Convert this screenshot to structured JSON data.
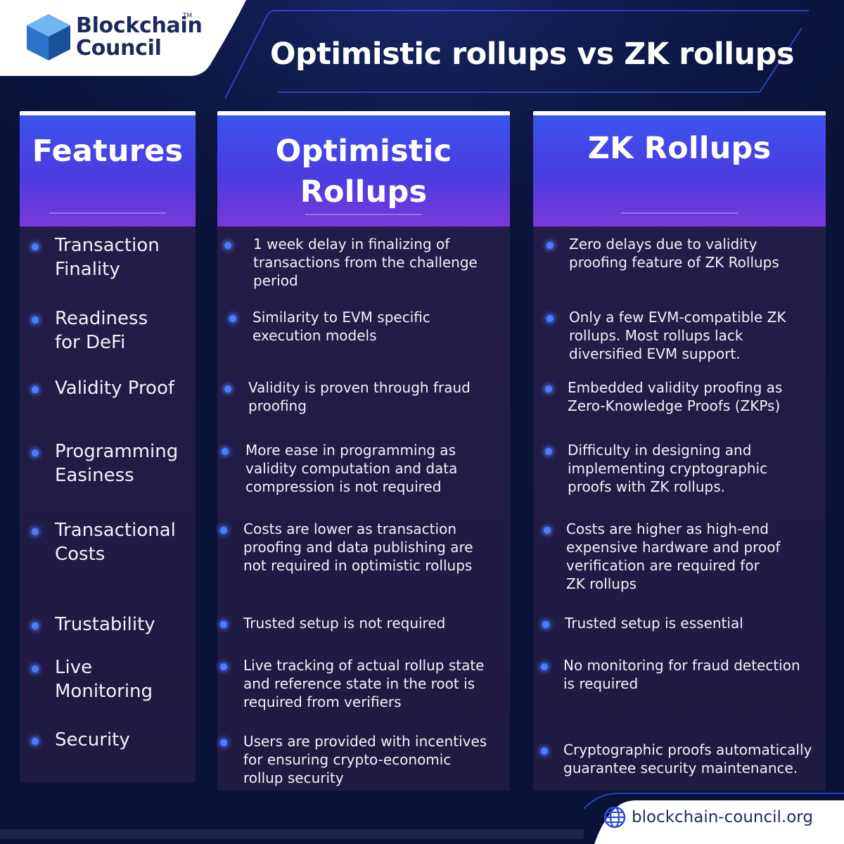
{
  "brand": {
    "name_line1": "Blockchain",
    "name_line2": "Council",
    "trademark": "TM"
  },
  "title": "Optimistic rollups vs ZK rollups",
  "columns": {
    "features": {
      "header": "Features"
    },
    "optimistic": {
      "header_line1": "Optimistic",
      "header_line2": "Rollups"
    },
    "zk": {
      "header": "ZK Rollups"
    }
  },
  "rows": [
    {
      "feature": [
        "Transaction",
        "Finality"
      ],
      "optimistic": [
        "1 week delay in finalizing of",
        "transactions from the challenge",
        "period"
      ],
      "zk": [
        "Zero delays due to validity",
        "proofing feature of ZK Rollups"
      ]
    },
    {
      "feature": [
        "Readiness",
        "for DeFi"
      ],
      "optimistic": [
        "Similarity to EVM specific",
        "execution models"
      ],
      "zk": [
        "Only a few EVM-compatible ZK",
        "rollups. Most rollups lack",
        "diversified EVM support."
      ]
    },
    {
      "feature": [
        "Validity Proof"
      ],
      "optimistic": [
        "Validity is proven through fraud",
        "proofing"
      ],
      "zk": [
        "Embedded validity proofing as",
        "Zero-Knowledge Proofs (ZKPs)"
      ]
    },
    {
      "feature": [
        "Programming",
        "Easiness"
      ],
      "optimistic": [
        "More ease in programming as",
        "validity computation and data",
        "compression is not required"
      ],
      "zk": [
        "Difficulty in designing and",
        "implementing cryptographic",
        "proofs with ZK rollups."
      ]
    },
    {
      "feature": [
        "Transactional",
        "Costs"
      ],
      "optimistic": [
        "Costs are lower as transaction",
        "proofing and data publishing are",
        "not required in optimistic rollups"
      ],
      "zk": [
        "Costs are higher as high-end",
        "expensive hardware and proof",
        "verification are required for",
        "ZK rollups"
      ]
    },
    {
      "feature": [
        "Trustability"
      ],
      "optimistic": [
        "Trusted setup is not required"
      ],
      "zk": [
        "Trusted setup is essential"
      ]
    },
    {
      "feature": [
        "Live",
        "Monitoring"
      ],
      "optimistic": [
        "Live tracking of actual rollup state",
        "and reference state in the root is",
        "required from verifiers"
      ],
      "zk": [
        "No monitoring for fraud detection",
        "is required"
      ]
    },
    {
      "feature": [
        "Security"
      ],
      "optimistic": [
        "Users are provided with incentives",
        "for ensuring crypto-economic",
        "rollup security"
      ],
      "zk": [
        "Cryptographic proofs automatically",
        "guarantee security maintenance."
      ]
    }
  ],
  "footer": {
    "url": "blockchain-council.org"
  },
  "colors": {
    "background": "#0a1238",
    "accent_blue": "#3a54ee",
    "accent_purple": "#7a3ad8",
    "bullet": "#4d7cff",
    "panel": "#221c48"
  }
}
